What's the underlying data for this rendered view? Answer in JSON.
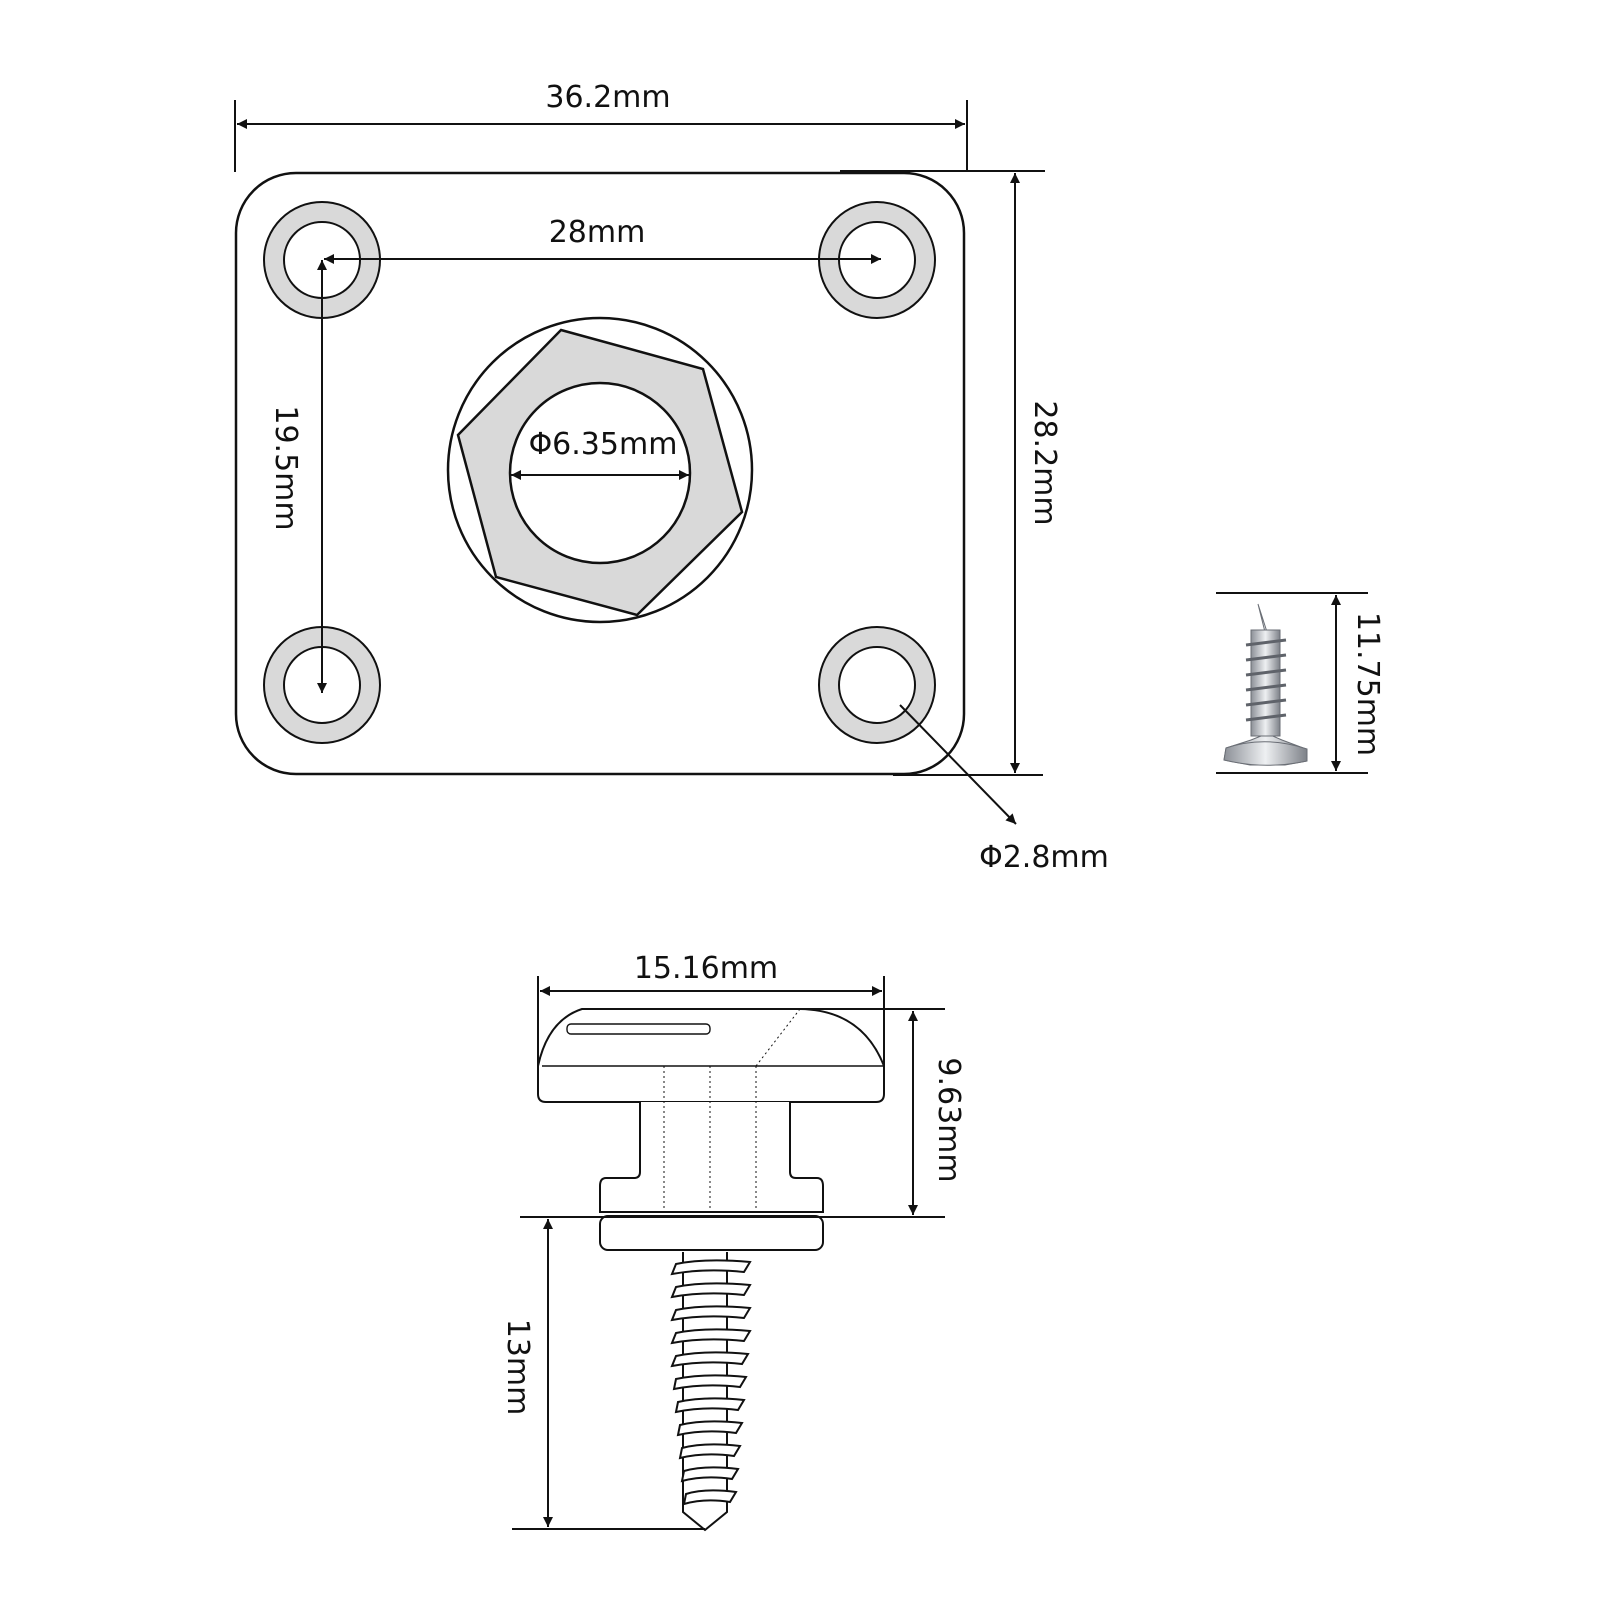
{
  "colors": {
    "line": "#111111",
    "plate_fill": "#ffffff",
    "ring_fill": "#d9d9d9",
    "hex_fill": "#d9d9d9",
    "screw_metal": "#b8bcc2"
  },
  "icons": {
    "small_screw": "wood-screw-icon"
  },
  "labels": {
    "plate_width": "36.2mm",
    "hole_spacing_h": "28mm",
    "hole_spacing_v": "19.5mm",
    "center_bore": "Φ6.35mm",
    "plate_height": "28.2mm",
    "mount_hole": "Φ2.8mm",
    "small_screw_length": "11.75mm",
    "button_width": "15.16mm",
    "button_height": "9.63mm",
    "button_screw_length": "13mm"
  }
}
